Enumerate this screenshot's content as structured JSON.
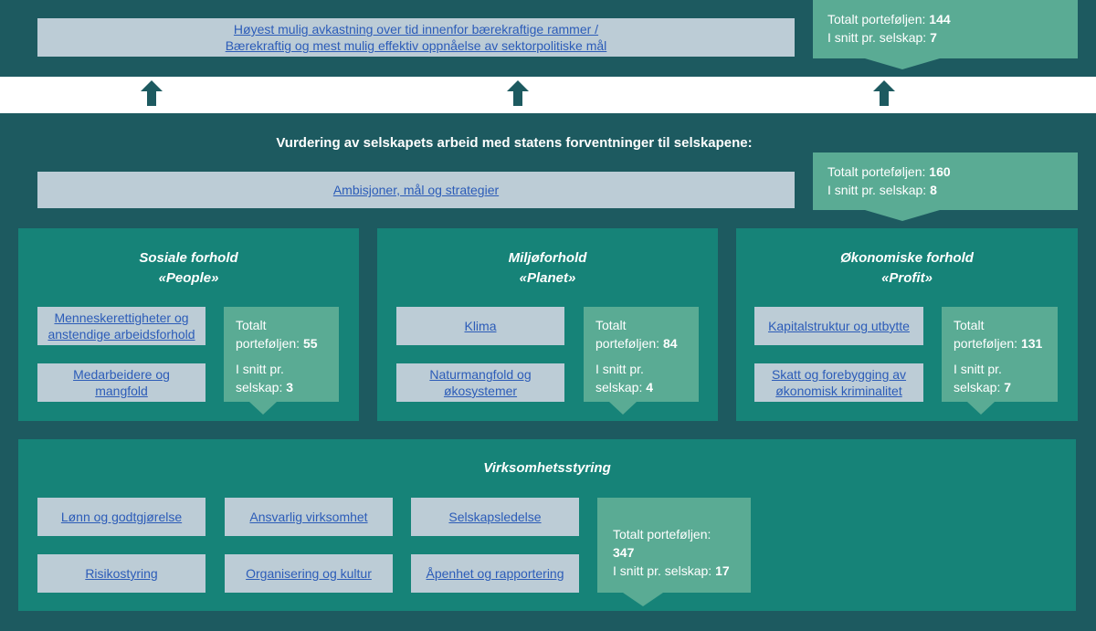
{
  "colors": {
    "background": "#1d5a60",
    "panel": "#168378",
    "callout": "#5aab94",
    "link_box": "#bcccd6",
    "link_text": "#2c5cb8"
  },
  "top": {
    "goal_line1": "Høyest mulig avkastning over tid innenfor bærekraftige rammer /",
    "goal_line2": "Bærekraftig og mest mulig effektiv oppnåelse av sektorpolitiske mål",
    "callout": {
      "total_label": "Totalt porteføljen:",
      "total_value": "144",
      "avg_label": "I snitt pr. selskap:",
      "avg_value": "7"
    }
  },
  "heading": "Vurdering av selskapets arbeid med statens forventninger til selskapene:",
  "ambitions": {
    "label": "Ambisjoner, mål og strategier",
    "callout": {
      "total_label": "Totalt porteføljen:",
      "total_value": "160",
      "avg_label": "I snitt pr. selskap:",
      "avg_value": "8"
    }
  },
  "social": {
    "title1": "Sosiale forhold",
    "title2": "«People»",
    "item1_line1": "Menneskerettigheter og",
    "item1_line2": "anstendige arbeidsforhold",
    "item2_line1": "Medarbeidere og",
    "item2_line2": "mangfold",
    "callout": {
      "l1": "Totalt",
      "l2": "porteføljen:",
      "total_value": "55",
      "l3": "I snitt pr.",
      "l4": "selskap:",
      "avg_value": "3"
    }
  },
  "environment": {
    "title1": "Miljøforhold",
    "title2": "«Planet»",
    "item1": "Klima",
    "item2_line1": "Naturmangfold og",
    "item2_line2": "økosystemer",
    "callout": {
      "l1": "Totalt",
      "l2": "porteføljen:",
      "total_value": "84",
      "l3": "I snitt pr.",
      "l4": "selskap:",
      "avg_value": "4"
    }
  },
  "economic": {
    "title1": "Økonomiske forhold",
    "title2": "«Profit»",
    "item1": "Kapitalstruktur og utbytte",
    "item2_line1": "Skatt og forebygging av",
    "item2_line2": "økonomisk kriminalitet",
    "callout": {
      "l1": "Totalt",
      "l2": "porteføljen:",
      "total_value": "131",
      "l3": "I snitt pr.",
      "l4": "selskap:",
      "avg_value": "7"
    }
  },
  "governance": {
    "title": "Virksomhetsstyring",
    "items": [
      "Lønn og godtgjørelse",
      "Ansvarlig virksomhet",
      "Selskapsledelse",
      "Risikostyring",
      "Organisering og kultur",
      "Åpenhet og rapportering"
    ],
    "callout": {
      "total_label": "Totalt porteføljen:",
      "total_value": "347",
      "avg_label": "I snitt pr. selskap:",
      "avg_value": "17"
    }
  }
}
